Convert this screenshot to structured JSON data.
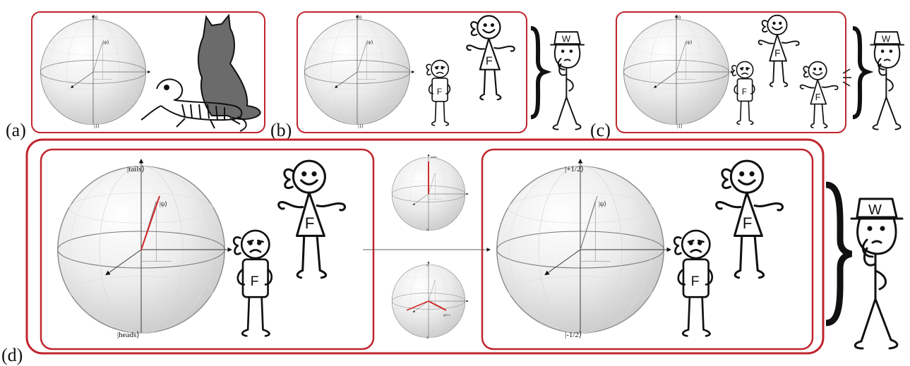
{
  "panel_labels": {
    "a": "(a)",
    "b": "(b)",
    "c": "(c)",
    "d": "(d)"
  },
  "small_sphere": {
    "top": "|0⟩",
    "bottom": "|1⟩",
    "state": "|ψ⟩"
  },
  "panel_d": {
    "left_sphere": {
      "top": "|tails⟩",
      "bottom": "|heads⟩",
      "state": "|ψ⟩"
    },
    "right_sphere": {
      "top": "|+1/2⟩",
      "bottom": "|-1/2⟩",
      "state": "|ψ⟩"
    },
    "mini_top": {
      "top": "|tails⟩",
      "bottom": "|t⟩"
    },
    "mini_bottom": {
      "top": "|t⟩",
      "bottom": "|t⟩",
      "state": "|φ⟩(+)"
    }
  },
  "friend_letter": "F",
  "wigner_letter": "W",
  "colors": {
    "frame": "#c0262e",
    "vector": "#d02a2a",
    "cat_gray": "#6b6b6b"
  }
}
